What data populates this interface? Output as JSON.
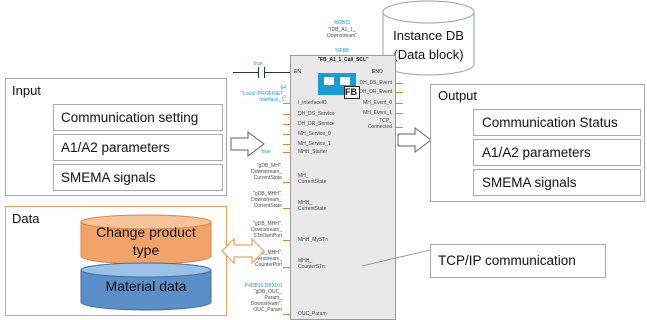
{
  "instance_db": {
    "line1": "Instance DB",
    "line2": "(Data block)"
  },
  "fb": {
    "instance_id": "%DB11",
    "instance_name_1": "\"IDB_A1_1_",
    "instance_name_2": "Downstream\"",
    "fb_number": "%FB8",
    "title": "\"FB_A1_1_Call_SCL\"",
    "icon_text": "FB",
    "en_value": "true",
    "en_label": "EN",
    "eno_label": "ENO",
    "interface_num": "64",
    "interface_src_1": "\"Local~PROFINET_",
    "interface_src_2": "Interface_1\"",
    "starter_value": "true",
    "inputs": [
      "I_InterfaceID",
      "DH_DS_Service",
      "DH_DR_Service",
      "MH_Service_0",
      "MH_Service_1",
      "MHH_Starter",
      "MH_",
      "CurrentState",
      "MHH_",
      "CurrentState",
      "MHH_MySTn",
      "MHH_",
      "CounterSTn",
      "OUC_Param"
    ],
    "outputs": [
      "DH_DS_Event",
      "DH_DR_Event",
      "MH_Event_0",
      "MH_Event_1",
      "TCP_",
      "Connected"
    ],
    "left_operands": [
      [
        "\"gDB_MH\".",
        "Downstream_",
        "CurrentState"
      ],
      [
        "\"gDB_MHH\".",
        "Downstream_",
        "CurrentState"
      ],
      [
        "\"gDB_MHH\".",
        "Downstream_",
        "STnOwnPort"
      ],
      [
        "\"gDB_MHH\".",
        "Downstream_",
        "CounterPort"
      ]
    ],
    "param_addr": "P#DB16.DBX0.0",
    "param_operand": [
      "\"gDB_OUC_",
      "Param_",
      "Downstream\".",
      "OUC_Param"
    ]
  },
  "input_group": {
    "title": "Input",
    "items": [
      "Communication setting",
      "A1/A2 parameters",
      "SMEMA signals"
    ]
  },
  "output_group": {
    "title": "Output",
    "items": [
      "Communication Status",
      "A1/A2 parameters",
      "SMEMA signals"
    ]
  },
  "data_group": {
    "title": "Data",
    "cyl1_line1": "Change product",
    "cyl1_line2": "type",
    "cyl2": "Material data"
  },
  "callout": {
    "label": "TCP/IP communication"
  },
  "colors": {
    "accent_orange": "#f0a060",
    "fb_blue": "#1b9ad6",
    "cyl_orange": "#f2a36a",
    "cyl_blue": "#5b8fc7"
  }
}
